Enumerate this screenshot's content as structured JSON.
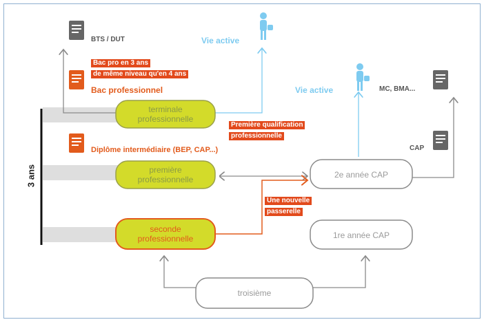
{
  "side_label": "3 ans",
  "levels": {
    "terminale": [
      "terminale",
      "professionnelle"
    ],
    "premiere": [
      "première",
      "professionnelle"
    ],
    "seconde": [
      "seconde",
      "professionnelle"
    ],
    "troisieme": "troisième",
    "cap2": "2e année CAP",
    "cap1": "1re année CAP"
  },
  "diplomas": {
    "bts_dut": "BTS / DUT",
    "bac_pro": "Bac professionnel",
    "diplome_inter": "Diplôme intermédiaire (BEP, CAP...)",
    "mc_bma": "MC, BMA...",
    "cap": "CAP"
  },
  "badges": {
    "bac_pro_3ans_line1": "Bac pro en 3 ans",
    "bac_pro_3ans_line2": "de même niveau qu'en 4 ans",
    "premiere_qualif_line1": "Première qualification",
    "premiere_qualif_line2": "professionnelle",
    "passerelle_line1": "Une nouvelle",
    "passerelle_line2": "passerelle"
  },
  "vie_active": [
    "Vie active",
    "Vie active"
  ],
  "colors": {
    "orange": "#e24a1c",
    "green_fill": "#d3db2a",
    "blue": "#7ecbf0",
    "gray_line": "#8a8a8a",
    "frame": "#8fb0d0"
  }
}
